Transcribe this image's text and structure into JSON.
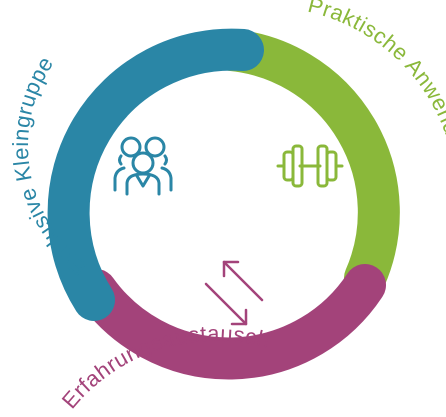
{
  "segments": [
    {
      "key": "kleingruppe",
      "label": "Exklusive Kleingruppe",
      "color": "#2a86a6",
      "icon": "group-people-icon"
    },
    {
      "key": "anwendung",
      "label": "Praktische Anwendung",
      "color": "#8ab83a",
      "icon": "dumbbell-icon"
    },
    {
      "key": "austausch",
      "label": "Erfahrungsaustausch",
      "color": "#a3437a",
      "icon": "exchange-arrows-icon"
    }
  ]
}
